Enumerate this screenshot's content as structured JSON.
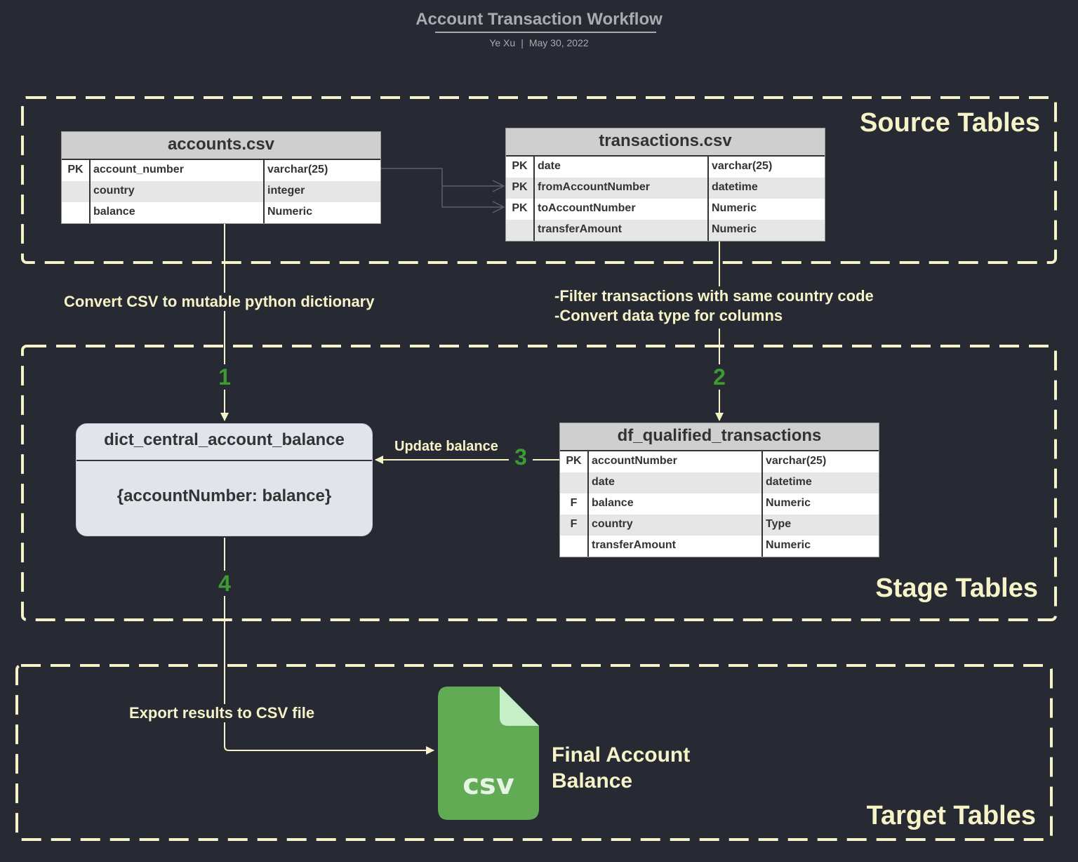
{
  "header": {
    "title": "Account Transaction Workflow",
    "author": "Ye Xu",
    "separator": "|",
    "date": "May 30, 2022"
  },
  "zones": {
    "source": "Source Tables",
    "stage": "Stage Tables",
    "target": "Target Tables"
  },
  "accounts_table": {
    "title": "accounts.csv",
    "rows": [
      {
        "key": "PK",
        "name": "account_number",
        "type": "varchar(25)"
      },
      {
        "key": "",
        "name": "country",
        "type": "integer"
      },
      {
        "key": "",
        "name": "balance",
        "type": "Numeric"
      }
    ]
  },
  "transactions_table": {
    "title": "transactions.csv",
    "rows": [
      {
        "key": "PK",
        "name": "date",
        "type": "varchar(25)"
      },
      {
        "key": "PK",
        "name": "fromAccountNumber",
        "type": "datetime"
      },
      {
        "key": "PK",
        "name": "toAccountNumber",
        "type": "Numeric"
      },
      {
        "key": "",
        "name": "transferAmount",
        "type": "Numeric"
      }
    ]
  },
  "qualified_table": {
    "title": "df_qualified_transactions",
    "rows": [
      {
        "key": "PK",
        "name": "accountNumber",
        "type": "varchar(25)"
      },
      {
        "key": "",
        "name": "date",
        "type": "datetime"
      },
      {
        "key": "F",
        "name": "balance",
        "type": "Numeric"
      },
      {
        "key": "F",
        "name": "country",
        "type": "Type"
      },
      {
        "key": "",
        "name": "transferAmount",
        "type": "Numeric"
      }
    ]
  },
  "dict_box": {
    "title": "dict_central_account_balance",
    "body": "{accountNumber: balance}"
  },
  "annotations": {
    "convert_csv": "Convert CSV to mutable python dictionary",
    "filter_line1": "-Filter transactions with same country code",
    "filter_line2": "-Convert data type for columns",
    "update_balance": "Update balance",
    "export": "Export results to CSV file"
  },
  "steps": {
    "s1": "1",
    "s2": "2",
    "s3": "3",
    "s4": "4"
  },
  "final": {
    "label_line1": "Final Account",
    "label_line2": "Balance",
    "file_badge": "csv"
  },
  "colors": {
    "background": "#272a33",
    "zone_dash": "#f6f3c8",
    "step_number": "#3e9a33",
    "csv_icon": "#62ab55"
  }
}
